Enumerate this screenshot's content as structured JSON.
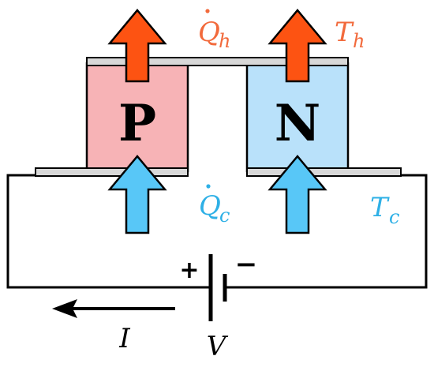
{
  "legs": {
    "p": {
      "label": "P"
    },
    "n": {
      "label": "N"
    }
  },
  "heat": {
    "hot": {
      "symbol": "Q",
      "subscript": "h"
    },
    "cold": {
      "symbol": "Q",
      "subscript": "c"
    }
  },
  "temperatures": {
    "hot": {
      "symbol": "T",
      "subscript": "h"
    },
    "cold": {
      "symbol": "T",
      "subscript": "c"
    }
  },
  "battery": {
    "plus": "+",
    "minus": "−",
    "voltage": "V"
  },
  "current": {
    "label": "I"
  },
  "colors": {
    "p_leg": "#f7b3b6",
    "n_leg": "#b9e1fa",
    "hot_arrow": "#fd5312",
    "cold_arrow": "#58c7f7",
    "hot_text": "#f26a3c",
    "cold_text": "#2eb0e6",
    "plate_fill": "#d8d8d8",
    "wire": "#000000"
  }
}
